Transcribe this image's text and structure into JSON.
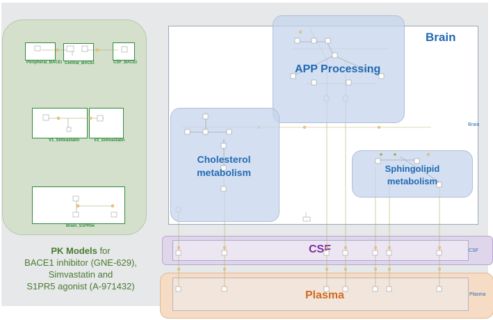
{
  "pk_models": {
    "boxes": [
      {
        "label": "Peripheral_BACEi"
      },
      {
        "label": "Central_BACEi"
      },
      {
        "label": "CSF_BACEi"
      },
      {
        "label": "V1_Simvastatin"
      },
      {
        "label": "V2_Simvastatin"
      },
      {
        "label": "Brain_S1PR5e"
      }
    ],
    "caption_bold": "PK Models",
    "caption_rest": " for",
    "caption_line2": "BACE1 inhibitor (GNE-629),",
    "caption_line3": "Simvastatin and",
    "caption_line4": "S1PR5 agonist (A-971432)"
  },
  "compartments": {
    "brain": {
      "title": "Brain",
      "side_label": "Brain"
    },
    "csf": {
      "title": "CSF",
      "side_label": "CSF"
    },
    "plasma": {
      "title": "Plasma",
      "side_label": "Plasma"
    }
  },
  "regions": {
    "app": {
      "title": "APP Processing"
    },
    "cholesterol": {
      "line1": "Cholesterol",
      "line2": "metabolism"
    },
    "sphingolipid": {
      "line1": "Sphingolipid",
      "line2": "metabolism"
    }
  },
  "colors": {
    "pk_green": "#2c8a3c",
    "region_blue": "#2269b3",
    "csf_purple": "#7a2ca0",
    "plasma_orange": "#d2691e"
  }
}
